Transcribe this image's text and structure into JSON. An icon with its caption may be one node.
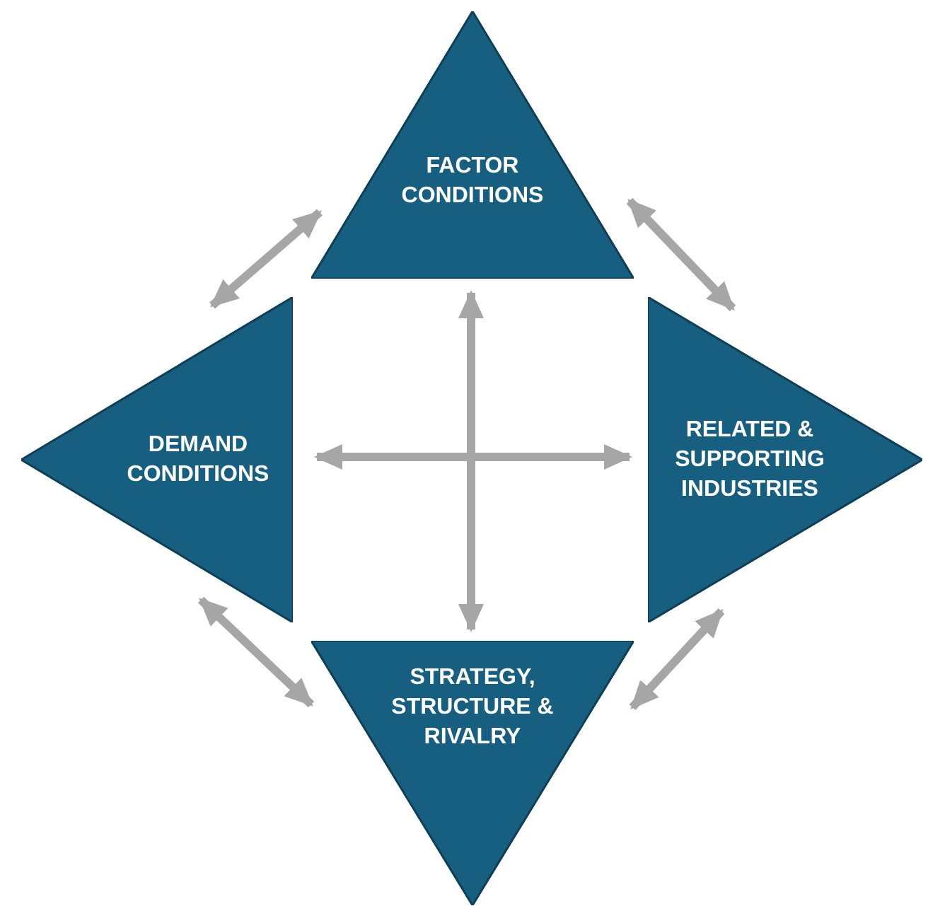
{
  "diagram": {
    "nodes": [
      {
        "text": [
          "FACTOR CONDITIONS"
        ]
      },
      {
        "text": [
          "DEMAND CONDITIONS"
        ]
      },
      {
        "text": [
          "RELATED & SUPPORTING INDUSTRIES"
        ]
      },
      {
        "text": [
          "STRATEGY, STRUCTURE & RIVALRY"
        ]
      }
    ],
    "edges": [
      {
        "from": 0,
        "to": 1,
        "arrow": "both"
      },
      {
        "from": 0,
        "to": 2,
        "arrow": "both"
      },
      {
        "from": 1,
        "to": 3,
        "arrow": "both"
      },
      {
        "from": 2,
        "to": 3,
        "arrow": "both"
      },
      {
        "from": 0,
        "to": 3,
        "arrow": "both"
      },
      {
        "from": 1,
        "to": 2,
        "arrow": "both"
      }
    ]
  }
}
